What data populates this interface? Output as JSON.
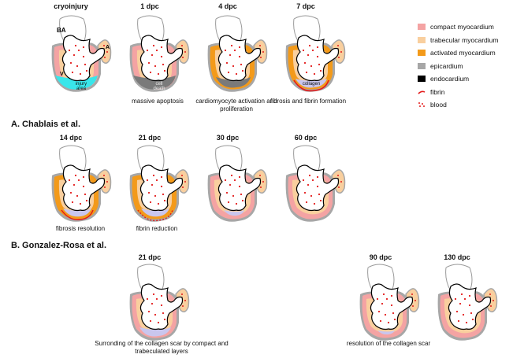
{
  "panels_top": [
    {
      "header": "cryoinjury",
      "caption": "",
      "inner": "injury area"
    },
    {
      "header": "1 dpc",
      "caption": "massive apoptosis",
      "inner": "cell death"
    },
    {
      "header": "4 dpc",
      "caption": "cardiomyocyte activation and proliferation",
      "inner": ""
    },
    {
      "header": "7 dpc",
      "caption": "fibrosis and fibrin formation",
      "inner": "collagen"
    }
  ],
  "labels_top": {
    "ba": "BA",
    "a": "A",
    "v": "V"
  },
  "section_a": "A. Chablais et al.",
  "panels_a": [
    {
      "header": "14 dpc",
      "caption": "fibrosis resolution"
    },
    {
      "header": "21 dpc",
      "caption": "fibrin reduction"
    },
    {
      "header": "30 dpc",
      "caption": ""
    },
    {
      "header": "60 dpc",
      "caption": ""
    }
  ],
  "section_b": "B. Gonzalez-Rosa et al.",
  "panels_b": [
    {
      "header": "21 dpc",
      "caption": "Surronding of the collagen scar by compact and trabeculated layers"
    },
    {
      "header": "90 dpc",
      "caption": "resolution of the collagen scar"
    },
    {
      "header": "130 dpc",
      "caption": ""
    }
  ],
  "legend": [
    {
      "label": "compact myocardium",
      "color": "#f4a3a3",
      "kind": "box"
    },
    {
      "label": "trabecular myocardium",
      "color": "#f9cf9e",
      "kind": "box"
    },
    {
      "label": "activated myocardium",
      "color": "#f39a1a",
      "kind": "box"
    },
    {
      "label": "epicardium",
      "color": "#a7a7a7",
      "kind": "box"
    },
    {
      "label": "endocardium",
      "color": "#000000",
      "kind": "box"
    },
    {
      "label": "fibrin",
      "color": "#e31a1a",
      "kind": "line"
    },
    {
      "label": "blood",
      "color": "#e31a1a",
      "kind": "dots"
    }
  ],
  "colors": {
    "compact": "#f4a3a3",
    "trabecular": "#f9cf9e",
    "activated": "#f39a1a",
    "epicardium": "#a7a7a7",
    "injury": "#39e6ea",
    "apoptosis": "#7a7a7a",
    "collagen": "#c9c6ee",
    "fibrin": "#e31a1a"
  }
}
